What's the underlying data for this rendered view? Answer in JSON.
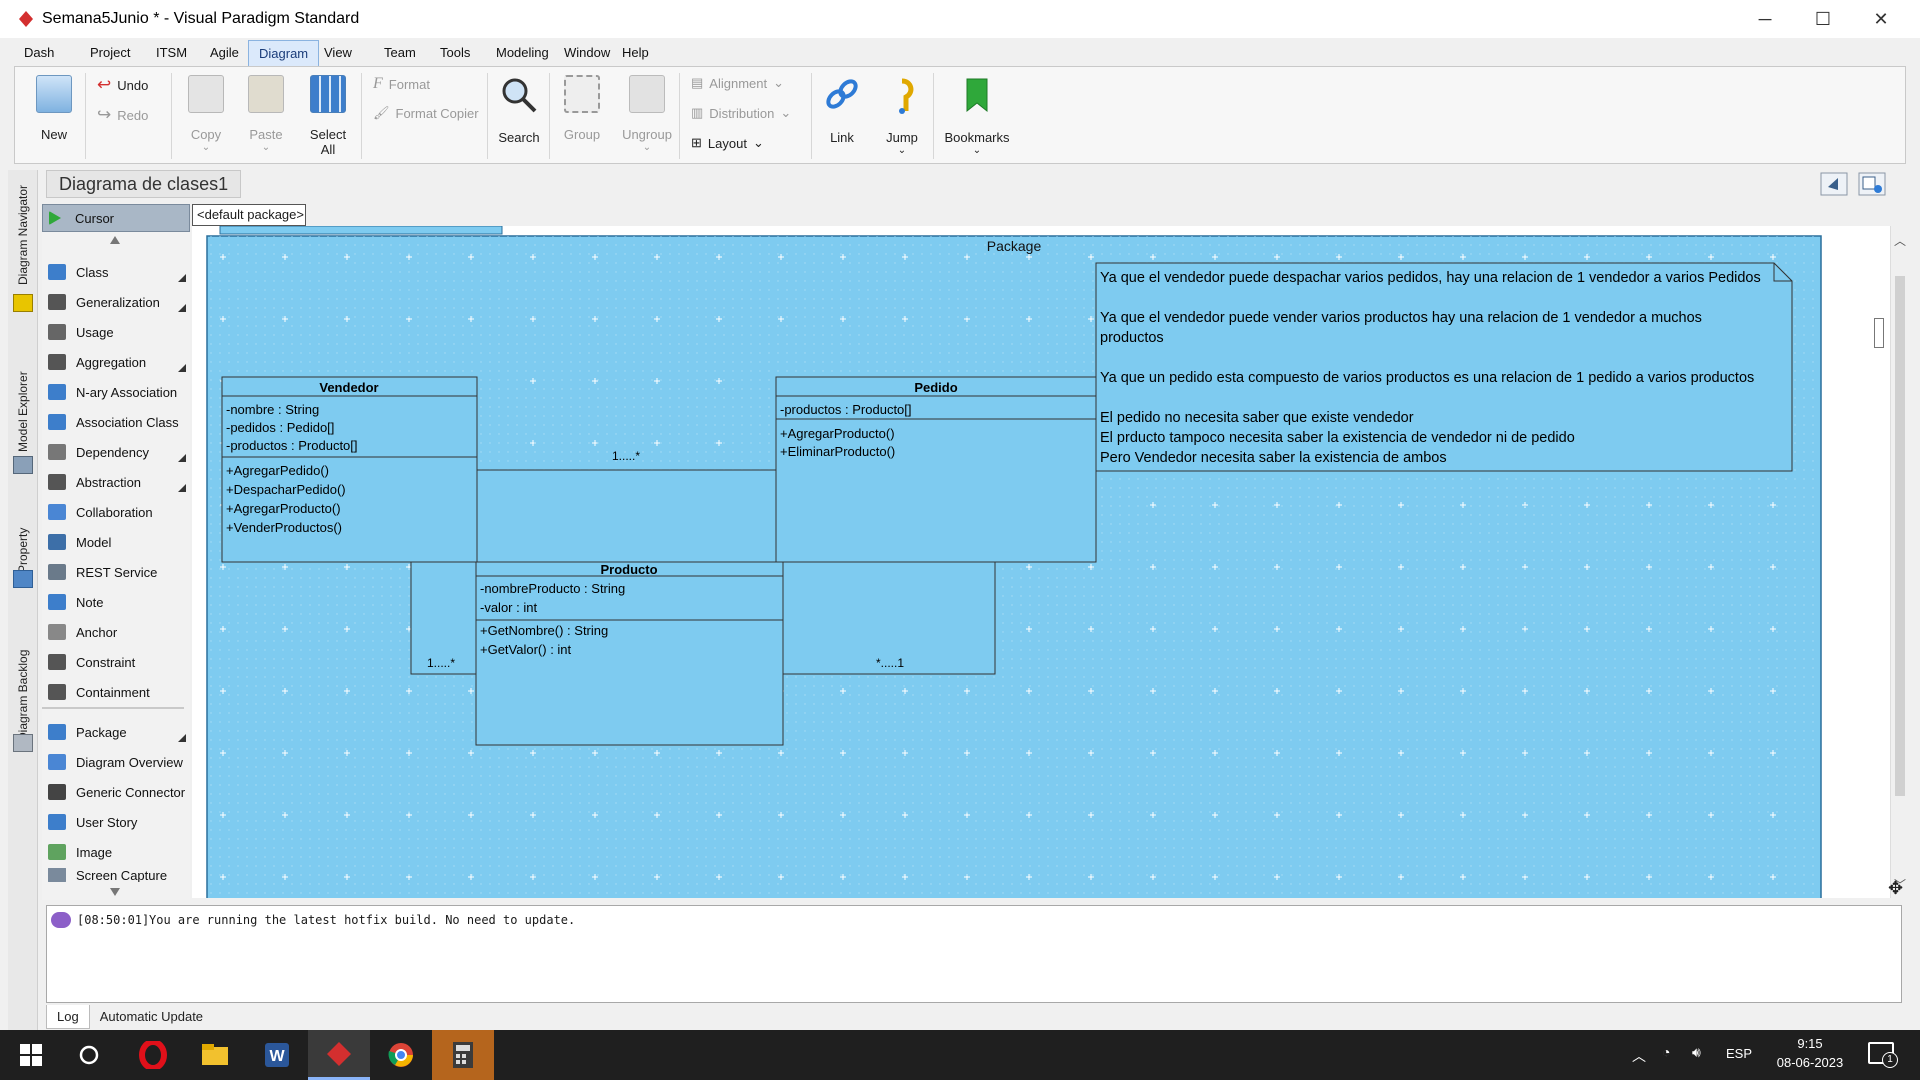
{
  "window": {
    "title": "Semana5Junio * - Visual Paradigm Standard",
    "controls": {
      "min": "─",
      "max": "☐",
      "close": "✕"
    }
  },
  "menubar": [
    "Dash",
    "Project",
    "ITSM",
    "Agile",
    "Diagram",
    "View",
    "Team",
    "Tools",
    "Modeling",
    "Window",
    "Help"
  ],
  "menubar_active": "Diagram",
  "ribbon": {
    "new": "New",
    "undo": "Undo",
    "redo": "Redo",
    "copy": "Copy",
    "paste": "Paste",
    "select_all_1": "Select",
    "select_all_2": "All",
    "format": "Format",
    "format_copier": "Format Copier",
    "search": "Search",
    "group": "Group",
    "ungroup": "Ungroup",
    "alignment": "Alignment",
    "distribution": "Distribution",
    "layout": "Layout",
    "link": "Link",
    "jump": "Jump",
    "bookmarks": "Bookmarks"
  },
  "side_tabs": {
    "navigator": "Diagram Navigator",
    "explorer": "Model Explorer",
    "property": "Property",
    "backlog": "Diagram Backlog"
  },
  "breadcrumb": "Diagrama de clases1",
  "package_tab": "<default package>",
  "palette": {
    "cursor": "Cursor",
    "items": [
      "Class",
      "Generalization",
      "Usage",
      "Aggregation",
      "N-ary Association",
      "Association Class",
      "Dependency",
      "Abstraction",
      "Collaboration",
      "Model",
      "REST Service",
      "Note",
      "Anchor",
      "Constraint",
      "Containment"
    ],
    "items2": [
      "Package",
      "Diagram Overview",
      "Generic Connector",
      "User Story",
      "Image",
      "Screen Capture"
    ]
  },
  "diagram": {
    "package_label": "Package",
    "vendedor": {
      "name": "Vendedor",
      "attrs": [
        "-nombre : String",
        "-pedidos : Pedido[]",
        "-productos : Producto[]"
      ],
      "ops": [
        "+AgregarPedido()",
        "+DespacharPedido()",
        "+AgregarProducto()",
        "+VenderProductos()"
      ]
    },
    "pedido": {
      "name": "Pedido",
      "attrs": [
        "-productos : Producto[]"
      ],
      "ops": [
        "+AgregarProducto()",
        "+EliminarProducto()"
      ]
    },
    "producto": {
      "name": "Producto",
      "attrs": [
        "-nombreProducto : String",
        "-valor : int"
      ],
      "ops": [
        "+GetNombre() : String",
        "+GetValor() : int"
      ]
    },
    "mult_vend_ped": "1.....*",
    "mult_vend_prod": "1.....*",
    "mult_ped_prod": "*.....1",
    "note": [
      "Ya que el vendedor puede despachar varios pedidos, hay una relacion de 1 vendedor a varios Pedidos",
      "Ya que el vendedor puede vender varios productos hay una relacion de 1 vendedor a muchos",
      "productos",
      "Ya que un pedido esta compuesto de varios productos es una relacion de 1 pedido a varios productos",
      "El pedido no necesita saber que existe vendedor",
      "El prducto tampoco necesita saber la existencia de vendedor ni de pedido",
      "Pero Vendedor necesita saber la existencia de ambos"
    ]
  },
  "log": {
    "time": "[08:50:01]",
    "message": "You are running the latest hotfix build. No need to update.",
    "tabs": [
      "Log",
      "Automatic Update"
    ]
  },
  "taskbar": {
    "lang": "ESP",
    "time": "9:15",
    "date": "08-06-2023",
    "notif": "1"
  },
  "colors": {
    "canvas": "#7ecbf0",
    "package_border": "#2a6f9c",
    "accent": "#1a3c7a"
  }
}
